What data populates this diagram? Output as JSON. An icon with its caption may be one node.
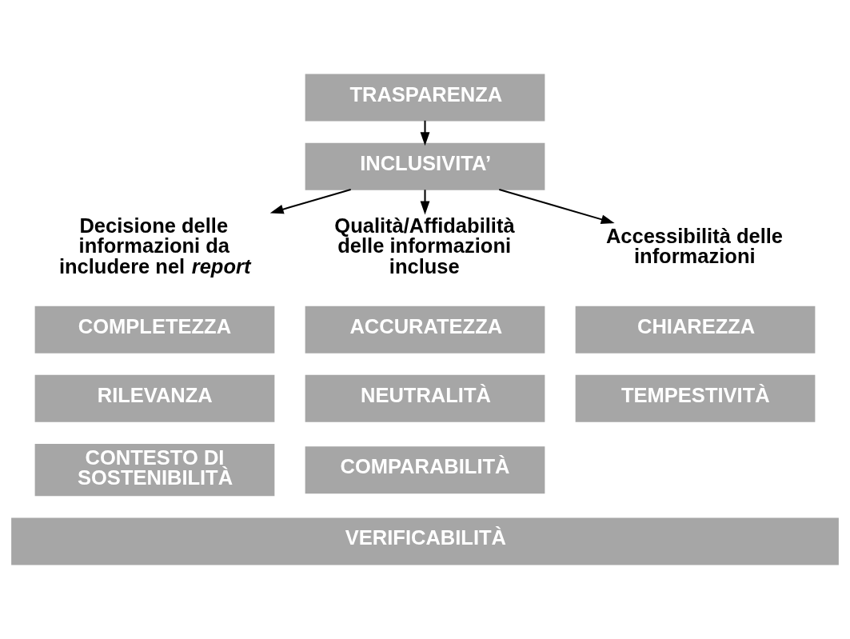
{
  "diagram": {
    "nodes": [
      {
        "text": [
          "TRASPARENZA"
        ]
      },
      {
        "text": [
          "INCLUSIVITA’"
        ]
      },
      {
        "text": [
          "Decisione delle informazioni da includere nel *report*"
        ]
      },
      {
        "text": [
          "Qualità/Affidabilità delle informazioni incluse"
        ]
      },
      {
        "text": [
          "Accessibilità delle informazioni"
        ]
      },
      {
        "text": [
          "COMPLETEZZA"
        ]
      },
      {
        "text": [
          "RILEVANZA"
        ]
      },
      {
        "text": [
          "CONTESTO DI SOSTENIBILITÀ"
        ]
      },
      {
        "text": [
          "ACCURATEZZA"
        ]
      },
      {
        "text": [
          "NEUTRALITÀ"
        ]
      },
      {
        "text": [
          "COMPARABILITÀ"
        ]
      },
      {
        "text": [
          "CHIAREZZA"
        ]
      },
      {
        "text": [
          "TEMPESTIVITÀ"
        ]
      },
      {
        "text": [
          "VERIFICABILITÀ"
        ]
      }
    ],
    "edges": [
      {
        "from": 0,
        "to": 1,
        "arrow": "to"
      },
      {
        "from": 1,
        "to": 2,
        "arrow": "to"
      },
      {
        "from": 1,
        "to": 3,
        "arrow": "to"
      },
      {
        "from": 1,
        "to": 4,
        "arrow": "to"
      }
    ]
  }
}
